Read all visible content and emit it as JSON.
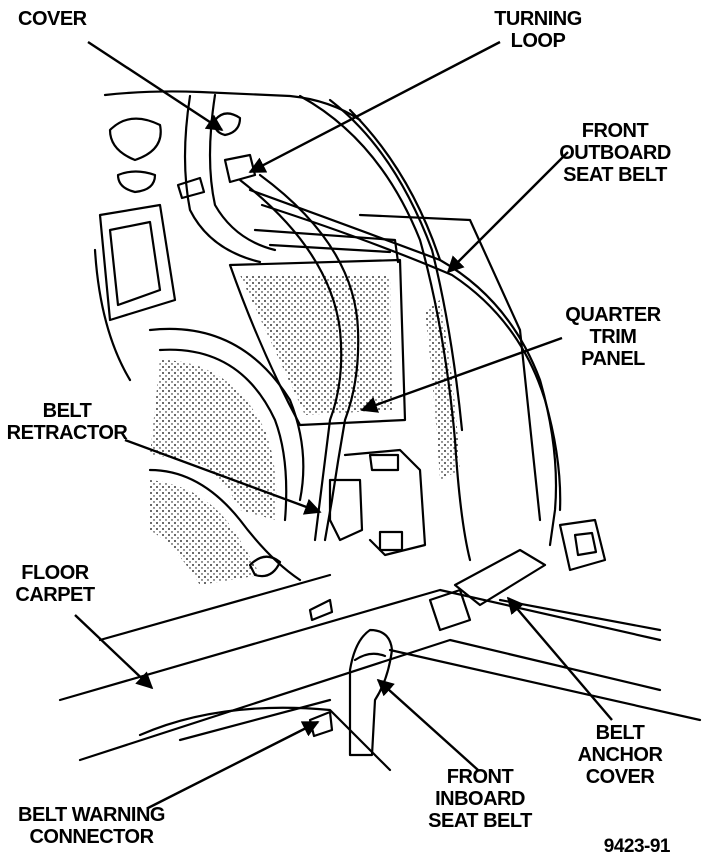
{
  "diagram": {
    "labels": {
      "cover": [
        "COVER"
      ],
      "turning_loop": [
        "TURNING",
        "LOOP"
      ],
      "front_outboard_seat_belt": [
        "FRONT",
        "OUTBOARD",
        "SEAT BELT"
      ],
      "quarter_trim_panel": [
        "QUARTER",
        "TRIM",
        "PANEL"
      ],
      "belt_retractor": [
        "BELT",
        "RETRACTOR"
      ],
      "floor_carpet": [
        "FLOOR",
        "CARPET"
      ],
      "belt_anchor_cover": [
        "BELT",
        "ANCHOR",
        "COVER"
      ],
      "front_inboard_seat_belt": [
        "FRONT",
        "INBOARD",
        "SEAT BELT"
      ],
      "belt_warning_connector": [
        "BELT WARNING",
        "CONNECTOR"
      ]
    },
    "figure_number": "9423-91"
  }
}
